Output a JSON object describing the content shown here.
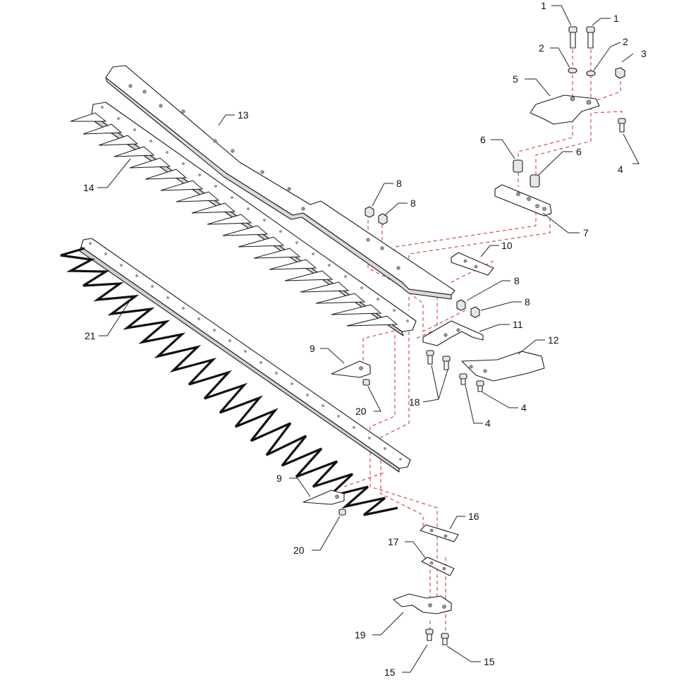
{
  "callouts": {
    "c1a": "1",
    "c1b": "1",
    "c2a": "2",
    "c2b": "2",
    "c3": "3",
    "c4a": "4",
    "c4b": "4",
    "c4c": "4",
    "c5": "5",
    "c6a": "6",
    "c6b": "6",
    "c7": "7",
    "c8a": "8",
    "c8b": "8",
    "c8c": "8",
    "c8d": "8",
    "c9a": "9",
    "c9b": "9",
    "c10": "10",
    "c11": "11",
    "c12": "12",
    "c13": "13",
    "c14": "14",
    "c15a": "15",
    "c15b": "15",
    "c16": "16",
    "c17": "17",
    "c18": "18",
    "c19": "19",
    "c20a": "20",
    "c20b": "20",
    "c21": "21"
  },
  "colors": {
    "outline": "#1a1a1a",
    "assembly_line": "#d23b3b",
    "background": "#ffffff"
  }
}
